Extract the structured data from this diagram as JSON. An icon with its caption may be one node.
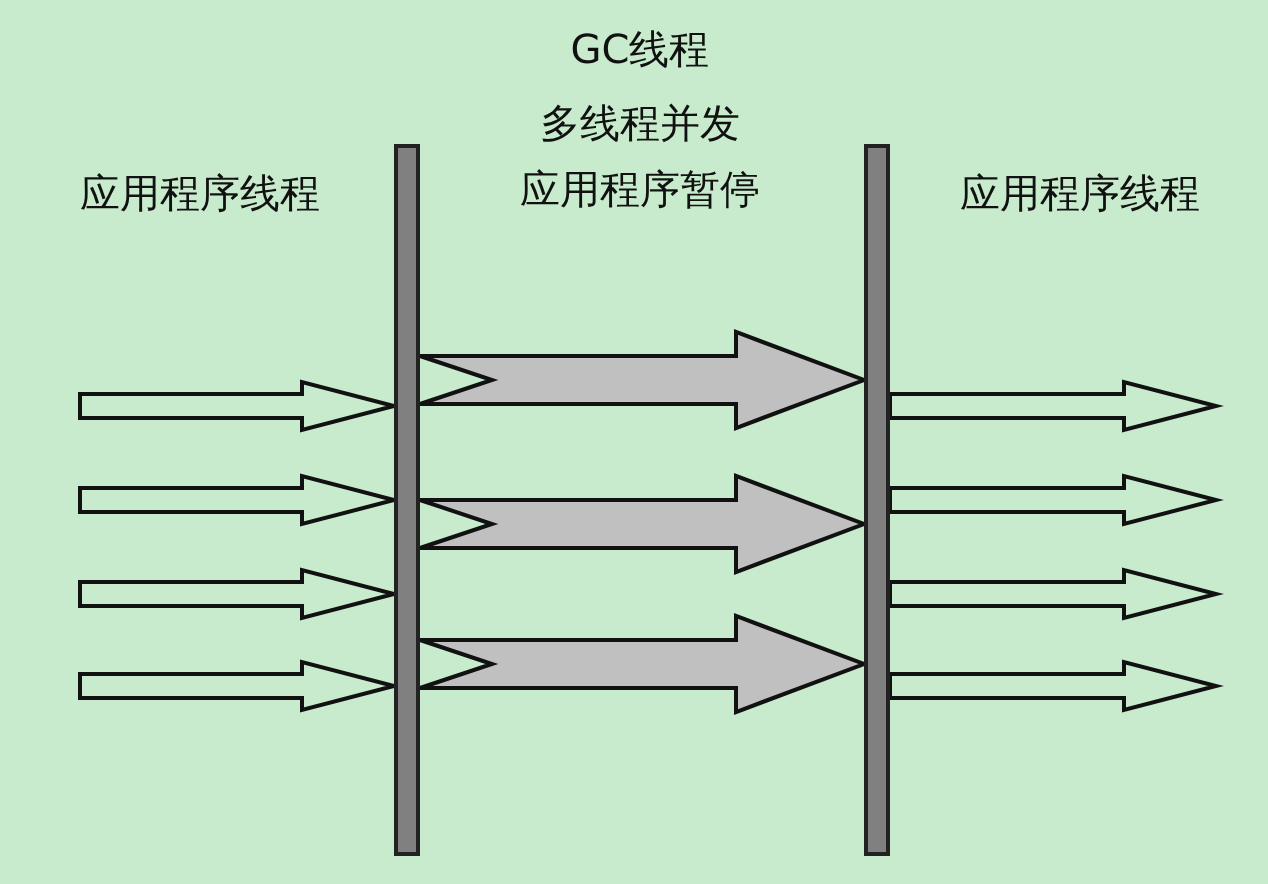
{
  "diagram": {
    "nodes": [
      {
        "text": [],
        "shape": "bar"
      },
      {
        "text": [],
        "shape": "bar"
      }
    ],
    "edges": [
      {
        "from": null,
        "to": 0,
        "arrow": "to"
      },
      {
        "from": null,
        "to": 0,
        "arrow": "to"
      },
      {
        "from": null,
        "to": 0,
        "arrow": "to"
      },
      {
        "from": null,
        "to": 0,
        "arrow": "to"
      },
      {
        "from": 0,
        "to": 1,
        "arrow": "to",
        "style": "thick",
        "color": "#c0c0c0"
      },
      {
        "from": 0,
        "to": 1,
        "arrow": "to",
        "style": "thick",
        "color": "#c0c0c0"
      },
      {
        "from": 0,
        "to": 1,
        "arrow": "to",
        "style": "thick",
        "color": "#c0c0c0"
      },
      {
        "from": 1,
        "to": null,
        "arrow": "to"
      },
      {
        "from": 1,
        "to": null,
        "arrow": "to"
      },
      {
        "from": 1,
        "to": null,
        "arrow": "to"
      },
      {
        "from": 1,
        "to": null,
        "arrow": "to"
      }
    ],
    "labels": [
      "应用程序线程",
      "GC线程",
      "多线程并发",
      "应用程序暂停",
      "应用程序线程"
    ]
  }
}
